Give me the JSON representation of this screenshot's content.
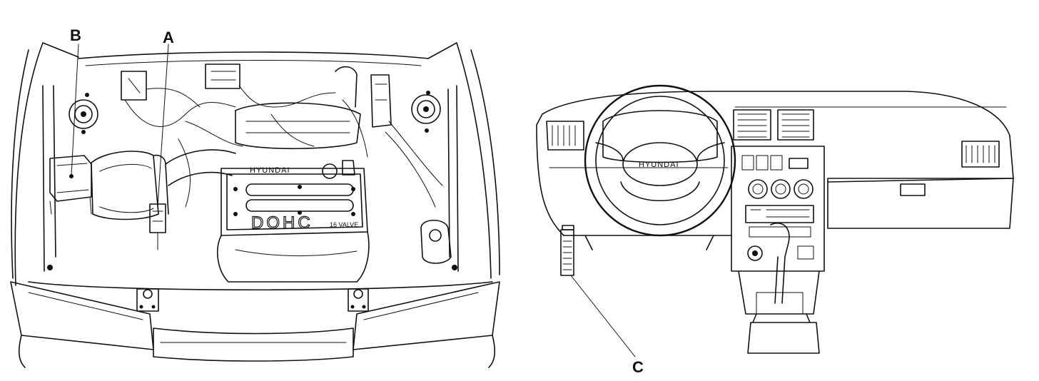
{
  "labels": {
    "a": "A",
    "b": "B",
    "c": "C"
  },
  "engine": {
    "head_brand": "HYUNDAI",
    "head_badge": "DOHC",
    "head_sub": "16 VALVE"
  },
  "dashboard": {
    "wheel_brand": "HYUNDAI"
  }
}
